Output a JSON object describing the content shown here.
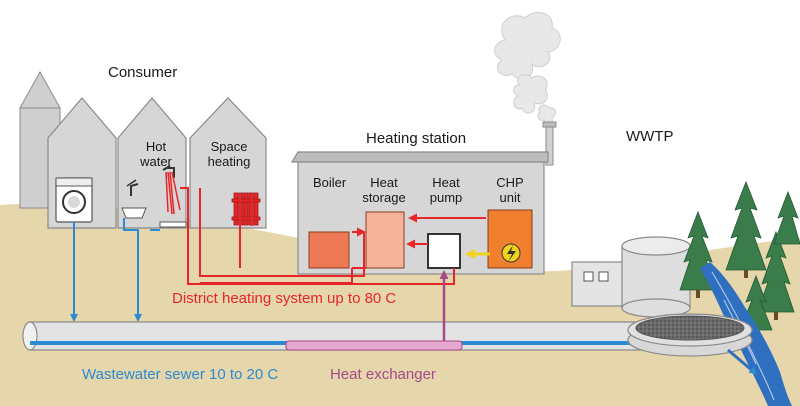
{
  "labels": {
    "consumer": "Consumer",
    "hot_water": "Hot\nwater",
    "space_heating": "Space\nheating",
    "heating_station": "Heating station",
    "wwtp": "WWTP",
    "boiler": "Boiler",
    "heat_storage": "Heat\nstorage",
    "heat_pump": "Heat\npump",
    "chp_unit": "CHP\nunit",
    "district_heating": "District heating system up to 80  C",
    "wastewater_sewer": "Wastewater sewer 10 to 20  C",
    "heat_exchanger": "Heat exchanger"
  },
  "colors": {
    "ground": "#e6d6ab",
    "building": "#d6d6d6",
    "building_stroke": "#8a8a8a",
    "hot_line": "#e8262a",
    "cold_line": "#2d8bd1",
    "exchanger_line": "#a34a88",
    "exchanger_fill": "#e6a8cc",
    "boiler": "#ee7a55",
    "heat_storage": "#f6b39a",
    "chp": "#f07f2e",
    "power": "#f2d31b",
    "tree": "#3a7d4b",
    "river": "#2f6fc0",
    "sludge": "#555555"
  }
}
